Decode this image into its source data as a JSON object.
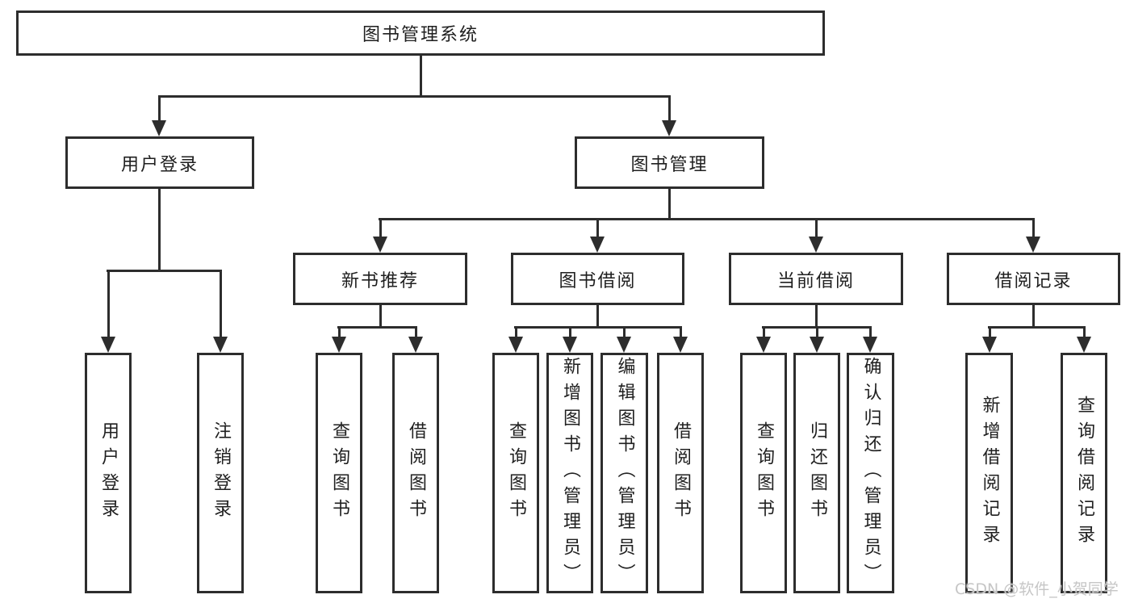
{
  "tree": {
    "root": {
      "label": "图书管理系统"
    },
    "branches": [
      {
        "label": "用户登录",
        "children": [
          {
            "label": "用户登录"
          },
          {
            "label": "注销登录"
          }
        ]
      },
      {
        "label": "图书管理",
        "groups": [
          {
            "label": "新书推荐",
            "children": [
              {
                "label": "查询图书"
              },
              {
                "label": "借阅图书"
              }
            ]
          },
          {
            "label": "图书借阅",
            "children": [
              {
                "label": "查询图书"
              },
              {
                "label": "新增图书（管理员）"
              },
              {
                "label": "编辑图书（管理员）"
              },
              {
                "label": "借阅图书"
              }
            ]
          },
          {
            "label": "当前借阅",
            "children": [
              {
                "label": "查询图书"
              },
              {
                "label": "归还图书"
              },
              {
                "label": "确认归还（管理员）"
              }
            ]
          },
          {
            "label": "借阅记录",
            "children": [
              {
                "label": "新增借阅记录"
              },
              {
                "label": "查询借阅记录"
              }
            ]
          }
        ]
      }
    ]
  },
  "watermark": "CSDN @软件_小贺同学",
  "colors": {
    "line": "#2d2d2d",
    "text": "#1f1f1f",
    "watermark": "#c6c6c6",
    "background": "#ffffff"
  }
}
